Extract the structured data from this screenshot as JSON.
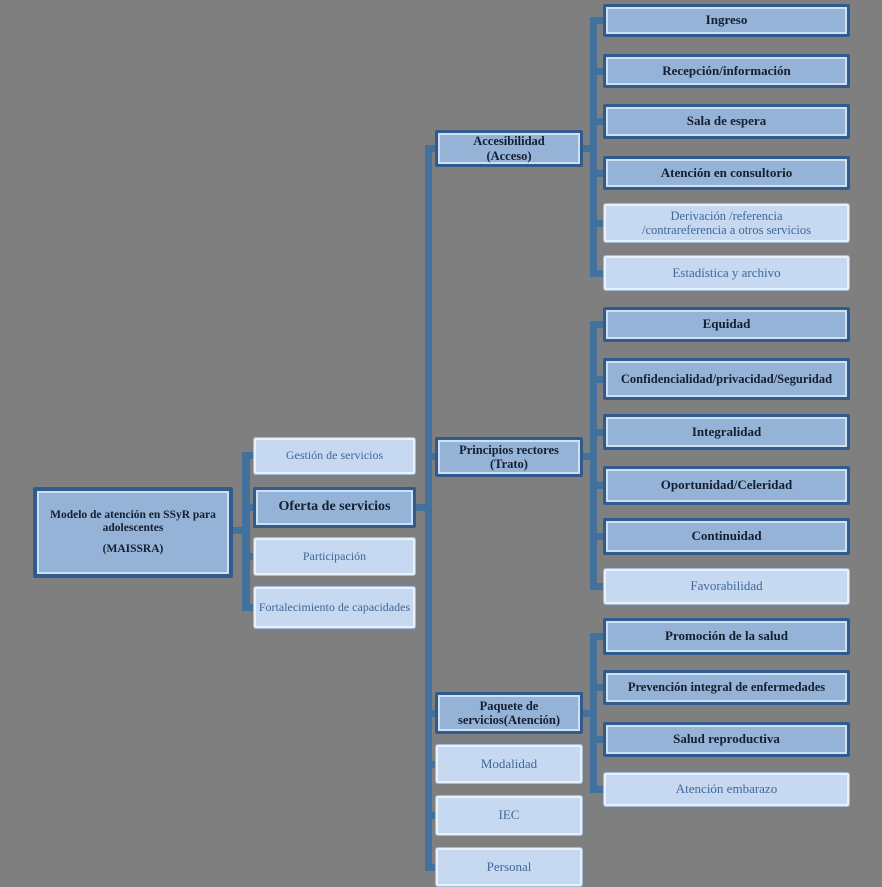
{
  "background": "#7f7f7f",
  "colors": {
    "strong_fill": "#95b3d7",
    "strong_border": "#2f5b8e",
    "strong_text": "#141f2f",
    "light_fill": "#c6d9f0",
    "light_border": "#9fbcdf",
    "light_text": "#3f6899",
    "connector": "#41719c"
  },
  "nodes": {
    "root": {
      "line1": "Modelo de atención en SSyR para adolescentes",
      "line2": "(MAISSRA)"
    },
    "l2": [
      "Gestión de servicios",
      "Oferta de servicios",
      "Participación",
      "Fortalecimiento de capacidades"
    ],
    "l3": {
      "accesibilidad": {
        "line1": "Accesibilidad",
        "line2": "(Acceso)"
      },
      "principios": {
        "line1": "Principios rectores",
        "line2": "(Trato)"
      },
      "paquete": {
        "line1": "Paquete de",
        "line2": "servicios(Atención)"
      },
      "modalidad": "Modalidad",
      "iec": "IEC",
      "personal": "Personal"
    },
    "acceso_children": {
      "ingreso": "Ingreso",
      "recepcion": "Recepción/información",
      "sala": "Sala de espera",
      "consultorio": "Atención en consultorio",
      "derivacion": {
        "line1": "Derivación /referencia",
        "line2": "/contrareferencia a otros servicios"
      },
      "estadistica": "Estadística y archivo"
    },
    "trato_children": [
      "Equidad",
      "Confidencialidad/privacidad/Seguridad",
      "Integralidad",
      "Oportunidad/Celeridad",
      "Continuidad",
      "Favorabilidad"
    ],
    "atencion_children": [
      "Promoción de la salud",
      "Prevención integral de enfermedades",
      "Salud reproductiva",
      "Atención embarazo"
    ]
  }
}
